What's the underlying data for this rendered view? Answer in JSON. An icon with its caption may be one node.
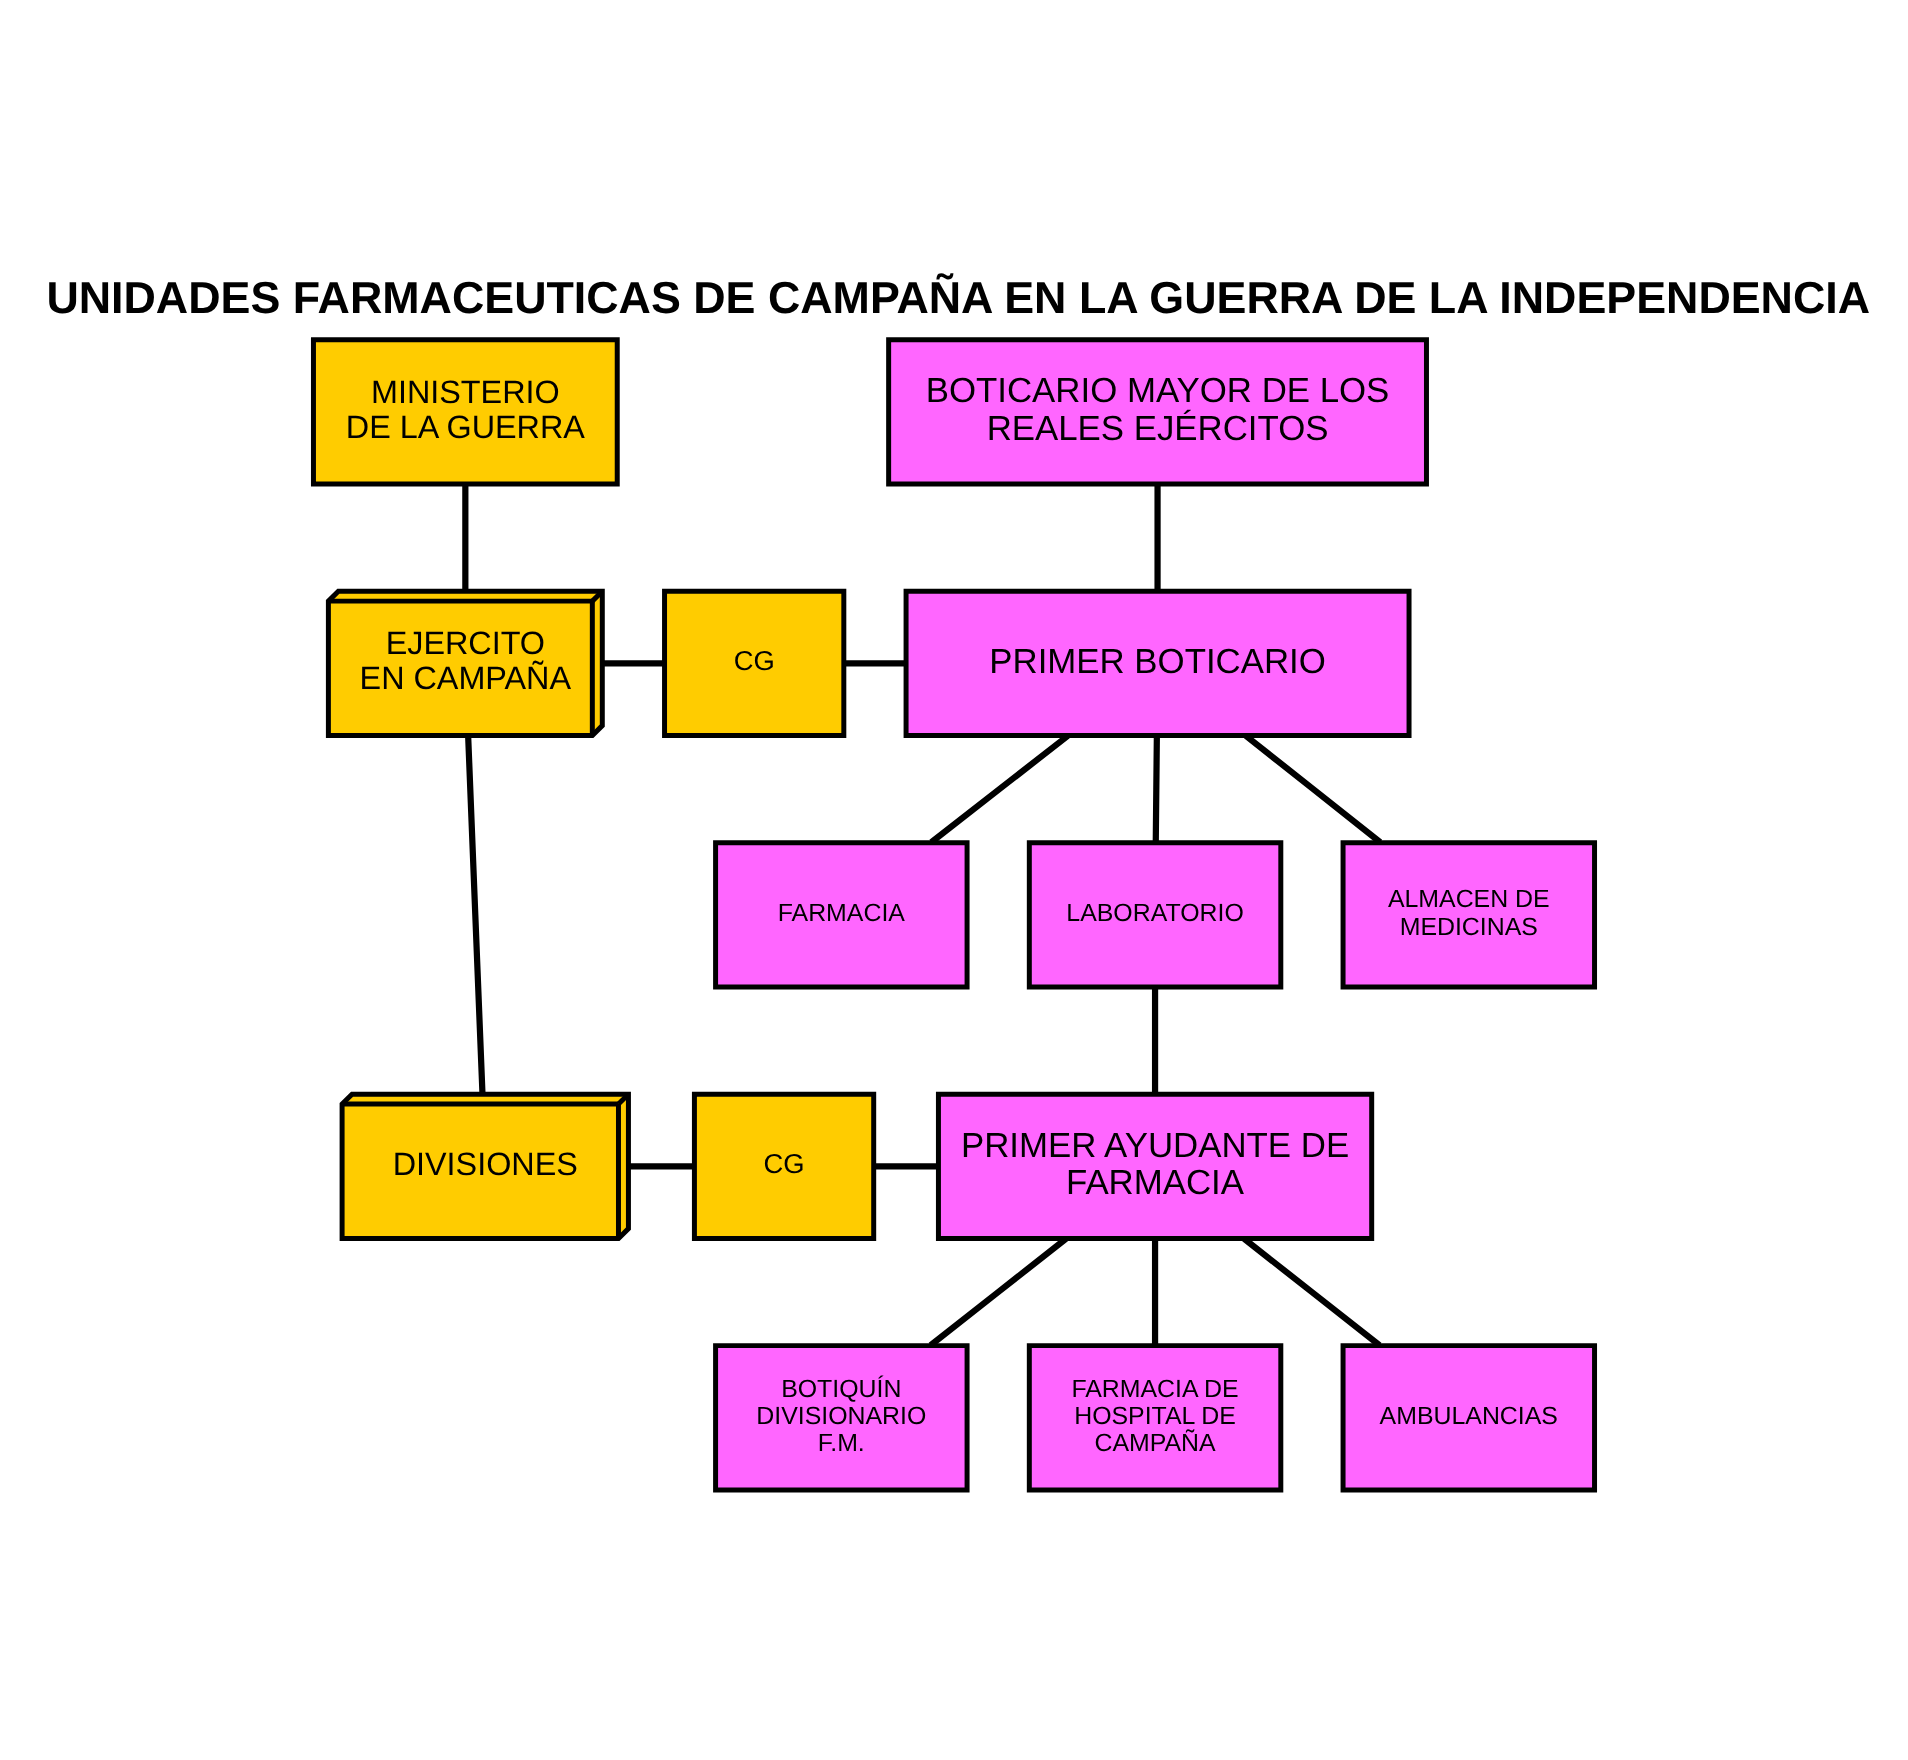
{
  "diagram": {
    "title": "UNIDADES FARMACEUTICAS DE CAMPAÑA EN LA GUERRA DE LA INDEPENDENCIA",
    "nodes": [
      {
        "text": [
          "MINISTERIO DE LA GUERRA"
        ]
      },
      {
        "text": [
          "BOTICARIO MAYOR DE LOS REALES EJÉRCITOS"
        ]
      },
      {
        "text": [
          "EJERCITO EN CAMPAÑA"
        ]
      },
      {
        "text": [
          "CG"
        ]
      },
      {
        "text": [
          "PRIMER BOTICARIO"
        ]
      },
      {
        "text": [
          "FARMACIA"
        ]
      },
      {
        "text": [
          "LABORATORIO"
        ]
      },
      {
        "text": [
          "ALMACEN DE MEDICINAS"
        ]
      },
      {
        "text": [
          "DIVISIONES"
        ]
      },
      {
        "text": [
          "CG"
        ]
      },
      {
        "text": [
          "PRIMER AYUDANTE DE FARMACIA"
        ]
      },
      {
        "text": [
          "BOTIQUÍN DIVISIONARIO F.M."
        ]
      },
      {
        "text": [
          "FARMACIA DE HOSPITAL DE CAMPAÑA"
        ]
      },
      {
        "text": [
          "AMBULANCIAS"
        ]
      }
    ],
    "edges": [
      {
        "from": 0,
        "to": 2,
        "arrow": "none"
      },
      {
        "from": 1,
        "to": 4,
        "arrow": "none"
      },
      {
        "from": 2,
        "to": 3,
        "arrow": "none"
      },
      {
        "from": 3,
        "to": 4,
        "arrow": "none"
      },
      {
        "from": 4,
        "to": 5,
        "arrow": "none"
      },
      {
        "from": 4,
        "to": 6,
        "arrow": "none"
      },
      {
        "from": 4,
        "to": 7,
        "arrow": "none"
      },
      {
        "from": 2,
        "to": 8,
        "arrow": "none"
      },
      {
        "from": 8,
        "to": 9,
        "arrow": "none"
      },
      {
        "from": 9,
        "to": 10,
        "arrow": "none"
      },
      {
        "from": 6,
        "to": 10,
        "arrow": "none"
      },
      {
        "from": 10,
        "to": 11,
        "arrow": "none"
      },
      {
        "from": 10,
        "to": 12,
        "arrow": "none"
      },
      {
        "from": 10,
        "to": 13,
        "arrow": "none"
      }
    ]
  }
}
